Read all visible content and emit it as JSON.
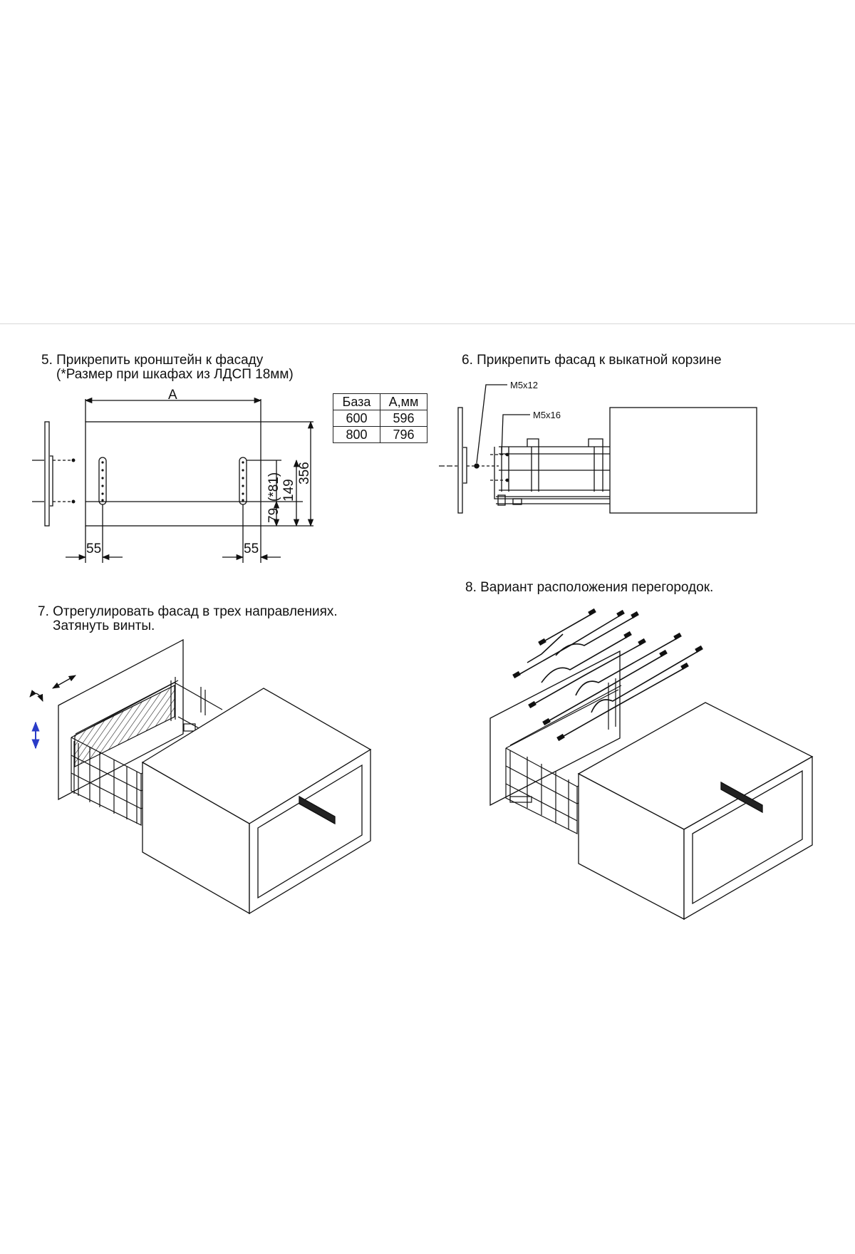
{
  "step5": {
    "title": "5. Прикрепить кронштейн к фасаду",
    "subtitle": "(*Размер при шкафах из ЛДСП 18мм)",
    "dim_a": "A",
    "dim_356": "356",
    "dim_149": "149",
    "dim_81": "(*81)",
    "dim_79": "79",
    "dim_55_left": "55",
    "dim_55_right": "55"
  },
  "size_table": {
    "headers": [
      "База",
      "А,мм"
    ],
    "rows": [
      [
        "600",
        "596"
      ],
      [
        "800",
        "796"
      ]
    ]
  },
  "step6": {
    "title": "6. Прикрепить фасад к выкатной корзине",
    "screw_1": "M5x12",
    "screw_2": "M5x16"
  },
  "step7": {
    "title": "7. Отрегулировать фасад в трех направлениях.",
    "subtitle": "Затянуть винты."
  },
  "step8": {
    "title": "8. Вариант расположения перегородок."
  },
  "colors": {
    "line": "#111111",
    "panel_fill": "#ffffff",
    "arrow_blue": "#2a3cc8"
  }
}
